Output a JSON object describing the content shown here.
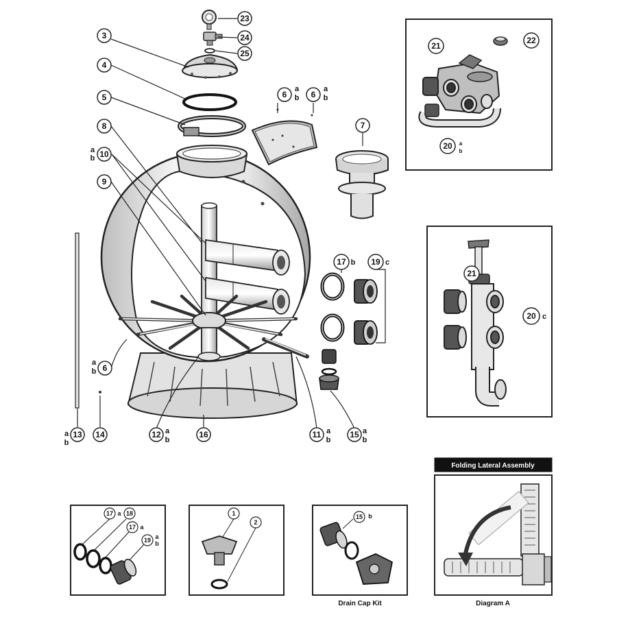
{
  "callouts": {
    "c23": {
      "num": "23"
    },
    "c24": {
      "num": "24"
    },
    "c25": {
      "num": "25"
    },
    "c3": {
      "num": "3"
    },
    "c4": {
      "num": "4"
    },
    "c5": {
      "num": "5"
    },
    "c8": {
      "num": "8"
    },
    "c10": {
      "num": "10",
      "sub": [
        "a",
        "b"
      ]
    },
    "c9": {
      "num": "9"
    },
    "c6a": {
      "num": "6",
      "sub": [
        "a",
        "b"
      ]
    },
    "c6b": {
      "num": "6",
      "sub": [
        "a",
        "b"
      ]
    },
    "c7": {
      "num": "7"
    },
    "c17": {
      "num": "17",
      "sub": [
        "b"
      ]
    },
    "c19": {
      "num": "19",
      "sub": [
        "c"
      ]
    },
    "c6c": {
      "num": "6",
      "sub": [
        "a",
        "b"
      ]
    },
    "c13": {
      "num": "13",
      "sub": [
        "a",
        "b"
      ]
    },
    "c14": {
      "num": "14"
    },
    "c12": {
      "num": "12",
      "sub": [
        "a",
        "b"
      ]
    },
    "c16": {
      "num": "16"
    },
    "c11": {
      "num": "11",
      "sub": [
        "a",
        "b"
      ]
    },
    "c15": {
      "num": "15",
      "sub": [
        "a",
        "b"
      ]
    },
    "c21a": {
      "num": "21"
    },
    "c22": {
      "num": "22"
    },
    "c20a": {
      "num": "20",
      "sub": [
        "a",
        "b"
      ]
    },
    "c21b": {
      "num": "21"
    },
    "c20c": {
      "num": "20",
      "sub": [
        "c"
      ]
    }
  },
  "insets": {
    "kit1": {
      "n17a": "17",
      "s17a": "a",
      "n18": "18",
      "n17b": "17",
      "s17b": "a",
      "n19": "19",
      "s19a": "a",
      "s19b": "b"
    },
    "kit2": {
      "n1": "1",
      "n2": "2"
    },
    "drain": {
      "n15": "15",
      "s15": "b",
      "caption": "Drain Cap Kit"
    },
    "diagramA": {
      "banner": "Folding Lateral Assembly",
      "caption": "Diagram A"
    }
  }
}
